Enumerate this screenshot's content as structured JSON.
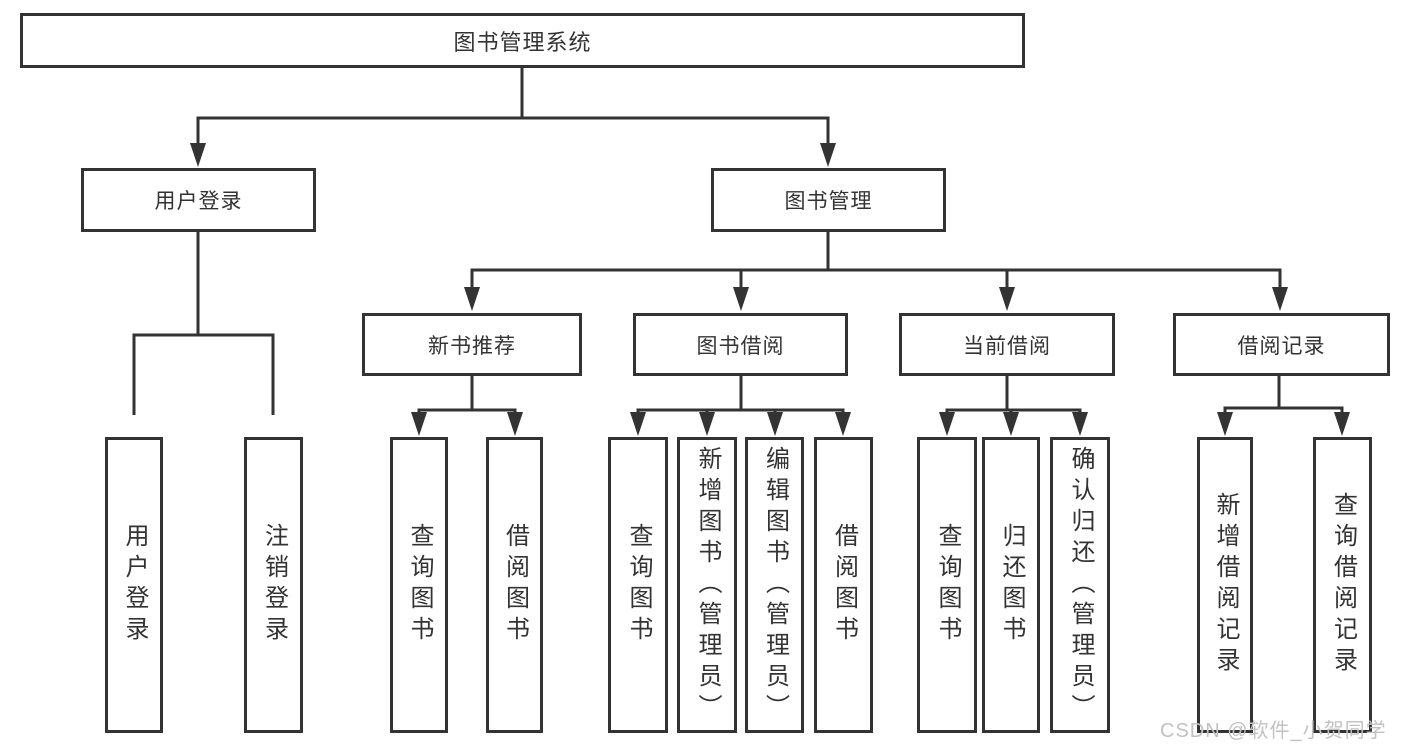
{
  "watermark": {
    "text": "CSDN @软件_小贺同学"
  },
  "colors": {
    "line": "#333333",
    "border": "#333333",
    "text": "#333333",
    "watermark": "#c2c2c2",
    "background": "#ffffff"
  },
  "tree": {
    "root": {
      "label": "图书管理系统",
      "children": [
        {
          "label": "用户登录",
          "children": [
            {
              "label": "用户登录"
            },
            {
              "label": "注销登录"
            }
          ]
        },
        {
          "label": "图书管理",
          "children": [
            {
              "label": "新书推荐",
              "children": [
                {
                  "label": "查询图书"
                },
                {
                  "label": "借阅图书"
                }
              ]
            },
            {
              "label": "图书借阅",
              "children": [
                {
                  "label": "查询图书"
                },
                {
                  "label": "新增图书（管理员）"
                },
                {
                  "label": "编辑图书（管理员）"
                },
                {
                  "label": "借阅图书"
                }
              ]
            },
            {
              "label": "当前借阅",
              "children": [
                {
                  "label": "查询图书"
                },
                {
                  "label": "归还图书"
                },
                {
                  "label": "确认归还（管理员）"
                }
              ]
            },
            {
              "label": "借阅记录",
              "children": [
                {
                  "label": "新增借阅记录"
                },
                {
                  "label": "查询借阅记录"
                }
              ]
            }
          ]
        }
      ]
    }
  }
}
